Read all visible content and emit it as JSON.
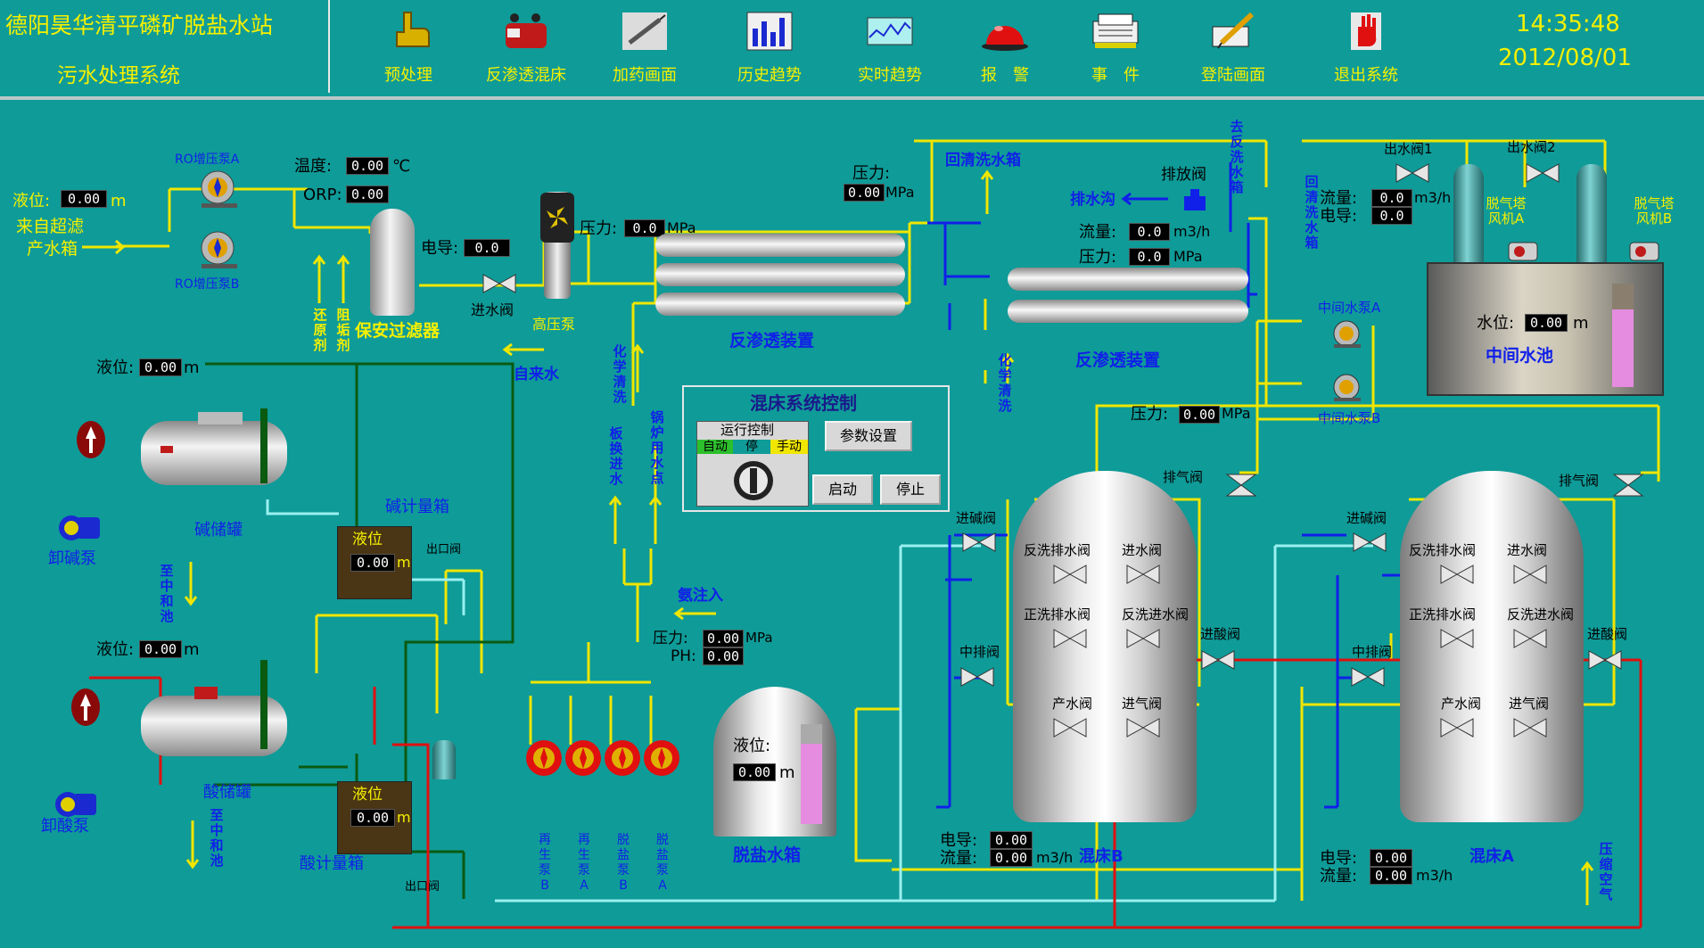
{
  "header": {
    "title_line1": "德阳昊华清平磷矿脱盐水站",
    "title_line2": "污水处理系统",
    "time": "14:35:48",
    "date": "2012/08/01",
    "nav": [
      {
        "label": "预处理",
        "icon": "hand-pointer-icon"
      },
      {
        "label": "反渗透混床",
        "icon": "system-icon"
      },
      {
        "label": "加药画面",
        "icon": "syringe-icon"
      },
      {
        "label": "历史趋势",
        "icon": "bar-chart-icon"
      },
      {
        "label": "实时趋势",
        "icon": "line-trend-icon"
      },
      {
        "label": "报　警",
        "icon": "alarm-light-icon"
      },
      {
        "label": "事　件",
        "icon": "printer-icon"
      },
      {
        "label": "登陆画面",
        "icon": "login-pen-icon"
      },
      {
        "label": "退出系统",
        "icon": "exit-hand-icon"
      }
    ]
  },
  "pretreat": {
    "level_label": "液位:",
    "level_value": "0.00",
    "level_unit": "m",
    "source_label1": "来自超滤",
    "source_label2": "产水箱",
    "pump_a": "RO增压泵A",
    "pump_b": "RO增压泵B",
    "temp_label": "温度:",
    "temp_value": "0.00",
    "temp_unit": "℃",
    "orp_label": "ORP:",
    "orp_value": "0.00",
    "cond_label": "电导:",
    "cond_value": "0.0",
    "reductant": "还原剂",
    "antiscalant": "阻垢剂",
    "filter": "保安过滤器",
    "inlet_valve": "进水阀",
    "hp_pump": "高压泵",
    "pressure_label": "压力:",
    "pressure_value": "0.0",
    "pressure_unit": "MPa",
    "tap_water": "自来水"
  },
  "ro1": {
    "pressure_label": "压力:",
    "pressure_value": "0.00",
    "pressure_unit": "MPa",
    "name": "反渗透装置",
    "chem_clean": "化学清洗",
    "board_inlet": "板换进水",
    "boiler": "锅炉用水点",
    "rinse_tank": "回清洗水箱"
  },
  "ro2": {
    "drain_valve": "排放阀",
    "to_drain": "排水沟",
    "to_rinse": "去反洗水箱",
    "flow_label": "流量:",
    "flow_value": "0.0",
    "flow_unit": "m3/h",
    "pressure_label": "压力:",
    "pressure_value": "0.0",
    "pressure_unit": "MPa",
    "name": "反渗透装置",
    "chem_clean": "化学清洗",
    "return_rinse": "回清洗水箱"
  },
  "mid": {
    "flow_label": "流量:",
    "flow_value": "0.0",
    "flow_unit": "m3/h",
    "cond_label": "电导:",
    "cond_value": "0.0",
    "outlet1": "出水阀1",
    "outlet2": "出水阀2",
    "fan_a": "脱气塔风机A",
    "fan_b": "脱气塔风机B",
    "level_label": "水位:",
    "level_value": "0.00",
    "level_unit": "m",
    "pool": "中间水池",
    "pump_a": "中间水泵A",
    "pump_b": "中间水泵B",
    "pressure_label": "压力:",
    "pressure_value": "0.00",
    "pressure_unit": "MPa",
    "pool_level_fraction": 0.75
  },
  "control": {
    "title": "混床系统控制",
    "run_ctrl": "运行控制",
    "auto": "自动",
    "stop_mode": "停",
    "manual": "手动",
    "params": "参数设置",
    "start": "启动",
    "stop": "停止"
  },
  "chem": {
    "alkali_level_label": "液位:",
    "alkali_level_value": "0.00",
    "alkali_level_unit": "m",
    "alkali_tank": "碱储罐",
    "alkali_pump": "卸碱泵",
    "alkali_meter": "碱计量箱",
    "alkali_meter_level": "液位",
    "alkali_meter_value": "0.00",
    "alkali_meter_unit": "m",
    "to_neutral": "至中和池",
    "outlet_valve": "出口阀",
    "acid_level_label": "液位:",
    "acid_level_value": "0.00",
    "acid_level_unit": "m",
    "acid_tank": "酸储罐",
    "acid_pump": "卸酸泵",
    "acid_meter": "酸计量箱",
    "acid_meter_level": "液位",
    "acid_meter_value": "0.00",
    "acid_meter_unit": "m",
    "to_neutral2": "至中和池",
    "outlet_valve2": "出口阀",
    "ammonia": "氨注入",
    "pressure_label": "压力:",
    "pressure_value": "0.00",
    "pressure_unit": "MPa",
    "ph_label": "PH:",
    "ph_value": "0.00",
    "pumps": [
      "再生泵B",
      "再生泵A",
      "脱盐泵B",
      "脱盐泵A"
    ],
    "desalt_tank": "脱盐水箱",
    "desalt_level_label": "液位:",
    "desalt_level_value": "0.00",
    "desalt_level_unit": "m",
    "desalt_level_fraction": 0.8
  },
  "bedB": {
    "name": "混床B",
    "vent": "排气阀",
    "alk_in": "进碱阀",
    "back_drain": "反洗排水阀",
    "inlet": "进水阀",
    "fwd_drain": "正洗排水阀",
    "back_inlet": "反洗进水阀",
    "acid_in": "进酸阀",
    "mid_drain": "中排阀",
    "product": "产水阀",
    "air_in": "进气阀",
    "cond_label": "电导:",
    "cond_value": "0.00",
    "flow_label": "流量:",
    "flow_value": "0.00",
    "flow_unit": "m3/h"
  },
  "bedA": {
    "name": "混床A",
    "vent": "排气阀",
    "alk_in": "进碱阀",
    "back_drain": "反洗排水阀",
    "inlet": "进水阀",
    "fwd_drain": "正洗排水阀",
    "back_inlet": "反洗进水阀",
    "acid_in": "进酸阀",
    "mid_drain": "中排阀",
    "product": "产水阀",
    "air_in": "进气阀",
    "cond_label": "电导:",
    "cond_value": "0.00",
    "flow_label": "流量:",
    "flow_value": "0.00",
    "flow_unit": "m3/h",
    "compressed_air": "压缩空气"
  },
  "colors": {
    "bg": "#0f9b98",
    "yellow": "#f5f000",
    "blue": "#1020e8",
    "red": "#e01010",
    "green": "#0a5a10",
    "cyan": "#9af0f0"
  }
}
